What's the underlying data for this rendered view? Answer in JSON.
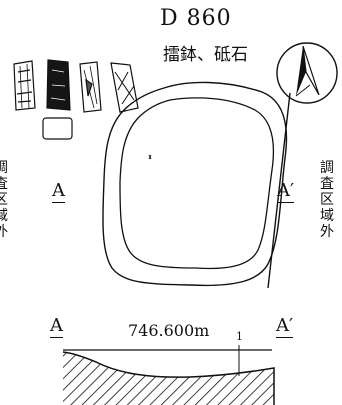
{
  "header": {
    "title": "D 860",
    "subtitle": "擂鉢、砥石"
  },
  "side_labels": {
    "left": "調査区域外",
    "right": "調査区域外"
  },
  "plan": {
    "point_a": "A",
    "point_a_prime": "A′"
  },
  "section": {
    "point_a": "A",
    "point_a_prime": "A′",
    "elevation": "746.600m",
    "layer_number": "1"
  },
  "icons": {
    "artifacts": "artifact-sketches-icon",
    "north_arrow": "north-arrow-icon"
  },
  "colors": {
    "ink": "#111111",
    "background": "#ffffff"
  }
}
